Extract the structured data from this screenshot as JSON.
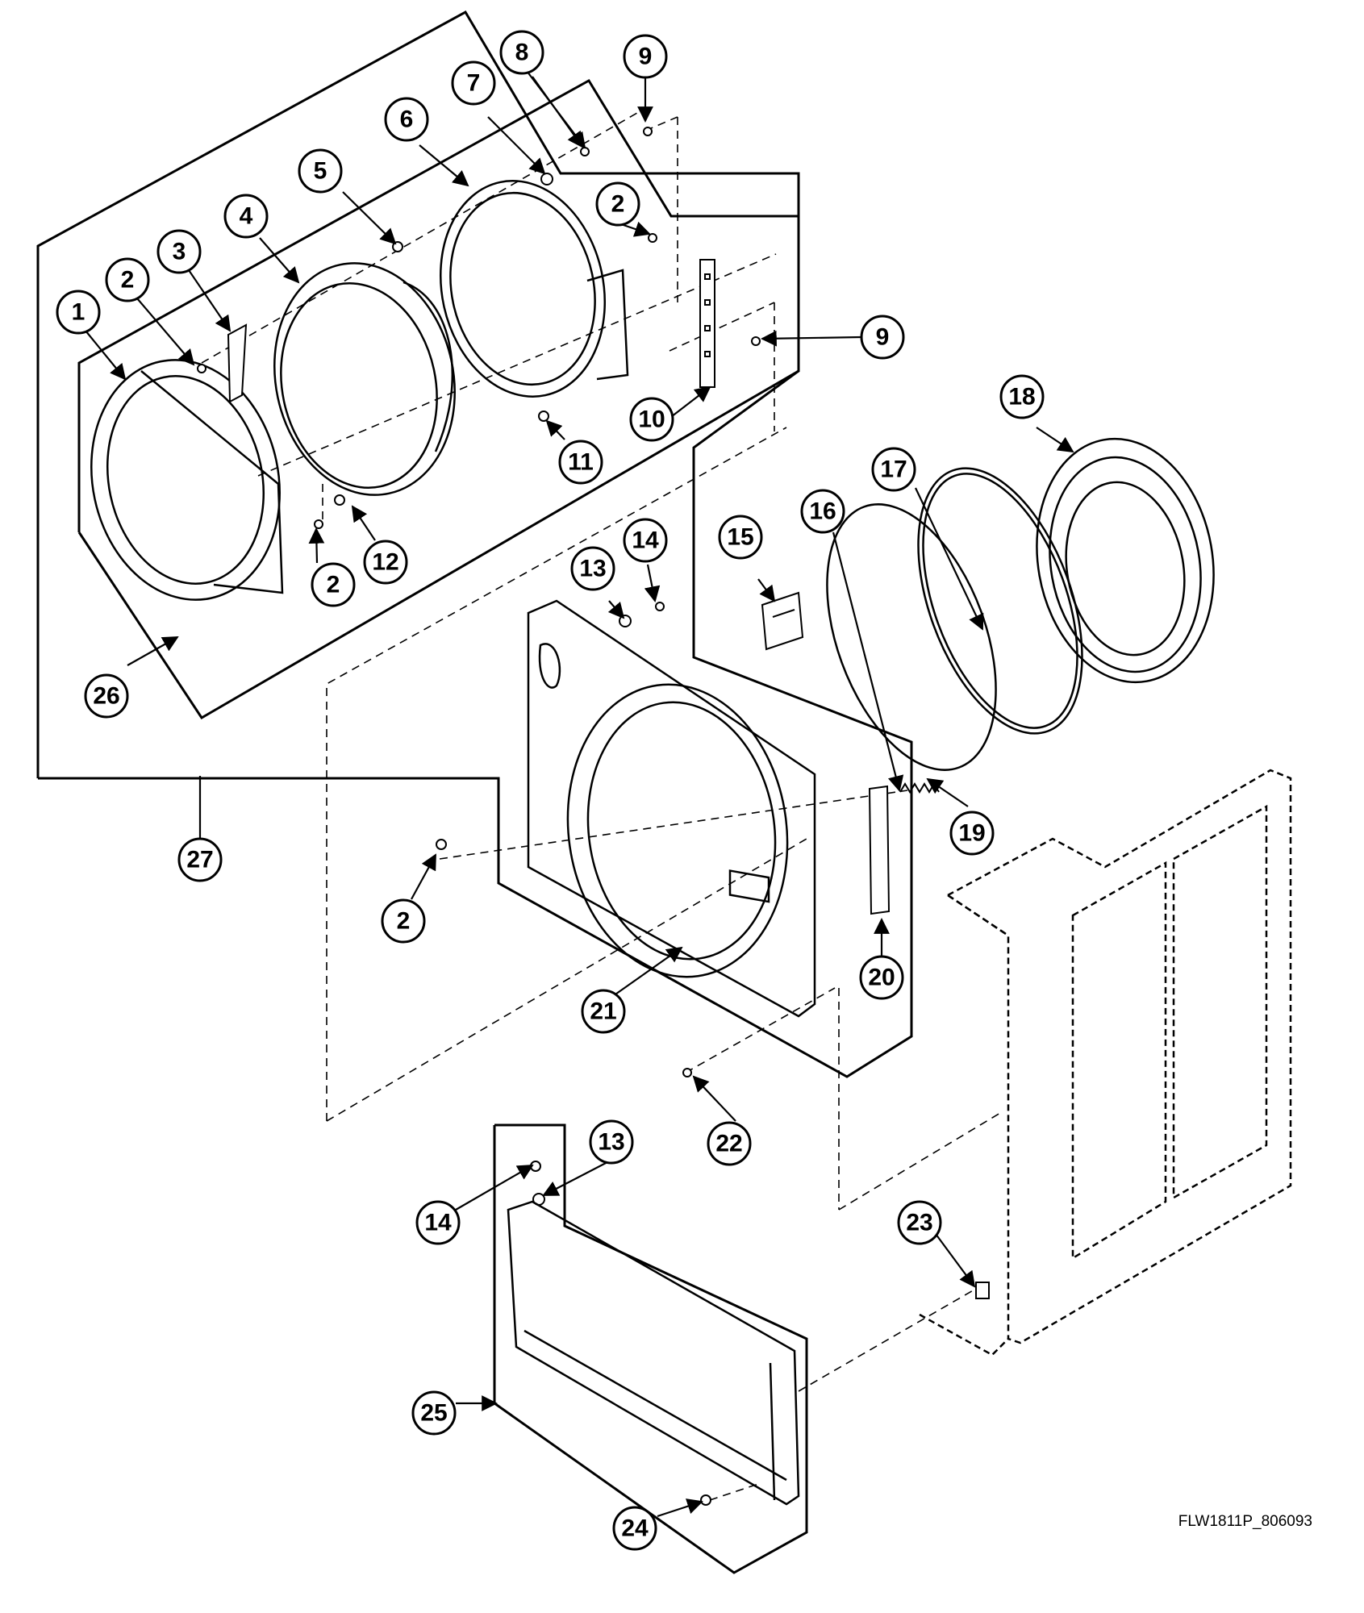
{
  "figure_id": "FLW1811P_806093",
  "callouts": [
    {
      "id": "c1",
      "label": "1"
    },
    {
      "id": "c2a",
      "label": "2"
    },
    {
      "id": "c3",
      "label": "3"
    },
    {
      "id": "c4",
      "label": "4"
    },
    {
      "id": "c5",
      "label": "5"
    },
    {
      "id": "c6",
      "label": "6"
    },
    {
      "id": "c7",
      "label": "7"
    },
    {
      "id": "c8",
      "label": "8"
    },
    {
      "id": "c9a",
      "label": "9"
    },
    {
      "id": "c2b",
      "label": "2"
    },
    {
      "id": "c9b",
      "label": "9"
    },
    {
      "id": "c10",
      "label": "10"
    },
    {
      "id": "c11",
      "label": "11"
    },
    {
      "id": "c2c",
      "label": "2"
    },
    {
      "id": "c12",
      "label": "12"
    },
    {
      "id": "c26",
      "label": "26"
    },
    {
      "id": "c27",
      "label": "27"
    },
    {
      "id": "c13a",
      "label": "13"
    },
    {
      "id": "c14a",
      "label": "14"
    },
    {
      "id": "c15",
      "label": "15"
    },
    {
      "id": "c16",
      "label": "16"
    },
    {
      "id": "c17",
      "label": "17"
    },
    {
      "id": "c18",
      "label": "18"
    },
    {
      "id": "c19",
      "label": "19"
    },
    {
      "id": "c20",
      "label": "20"
    },
    {
      "id": "c21",
      "label": "21"
    },
    {
      "id": "c2d",
      "label": "2"
    },
    {
      "id": "c22",
      "label": "22"
    },
    {
      "id": "c23",
      "label": "23"
    },
    {
      "id": "c13b",
      "label": "13"
    },
    {
      "id": "c14b",
      "label": "14"
    },
    {
      "id": "c25",
      "label": "25"
    },
    {
      "id": "c24",
      "label": "24"
    }
  ]
}
